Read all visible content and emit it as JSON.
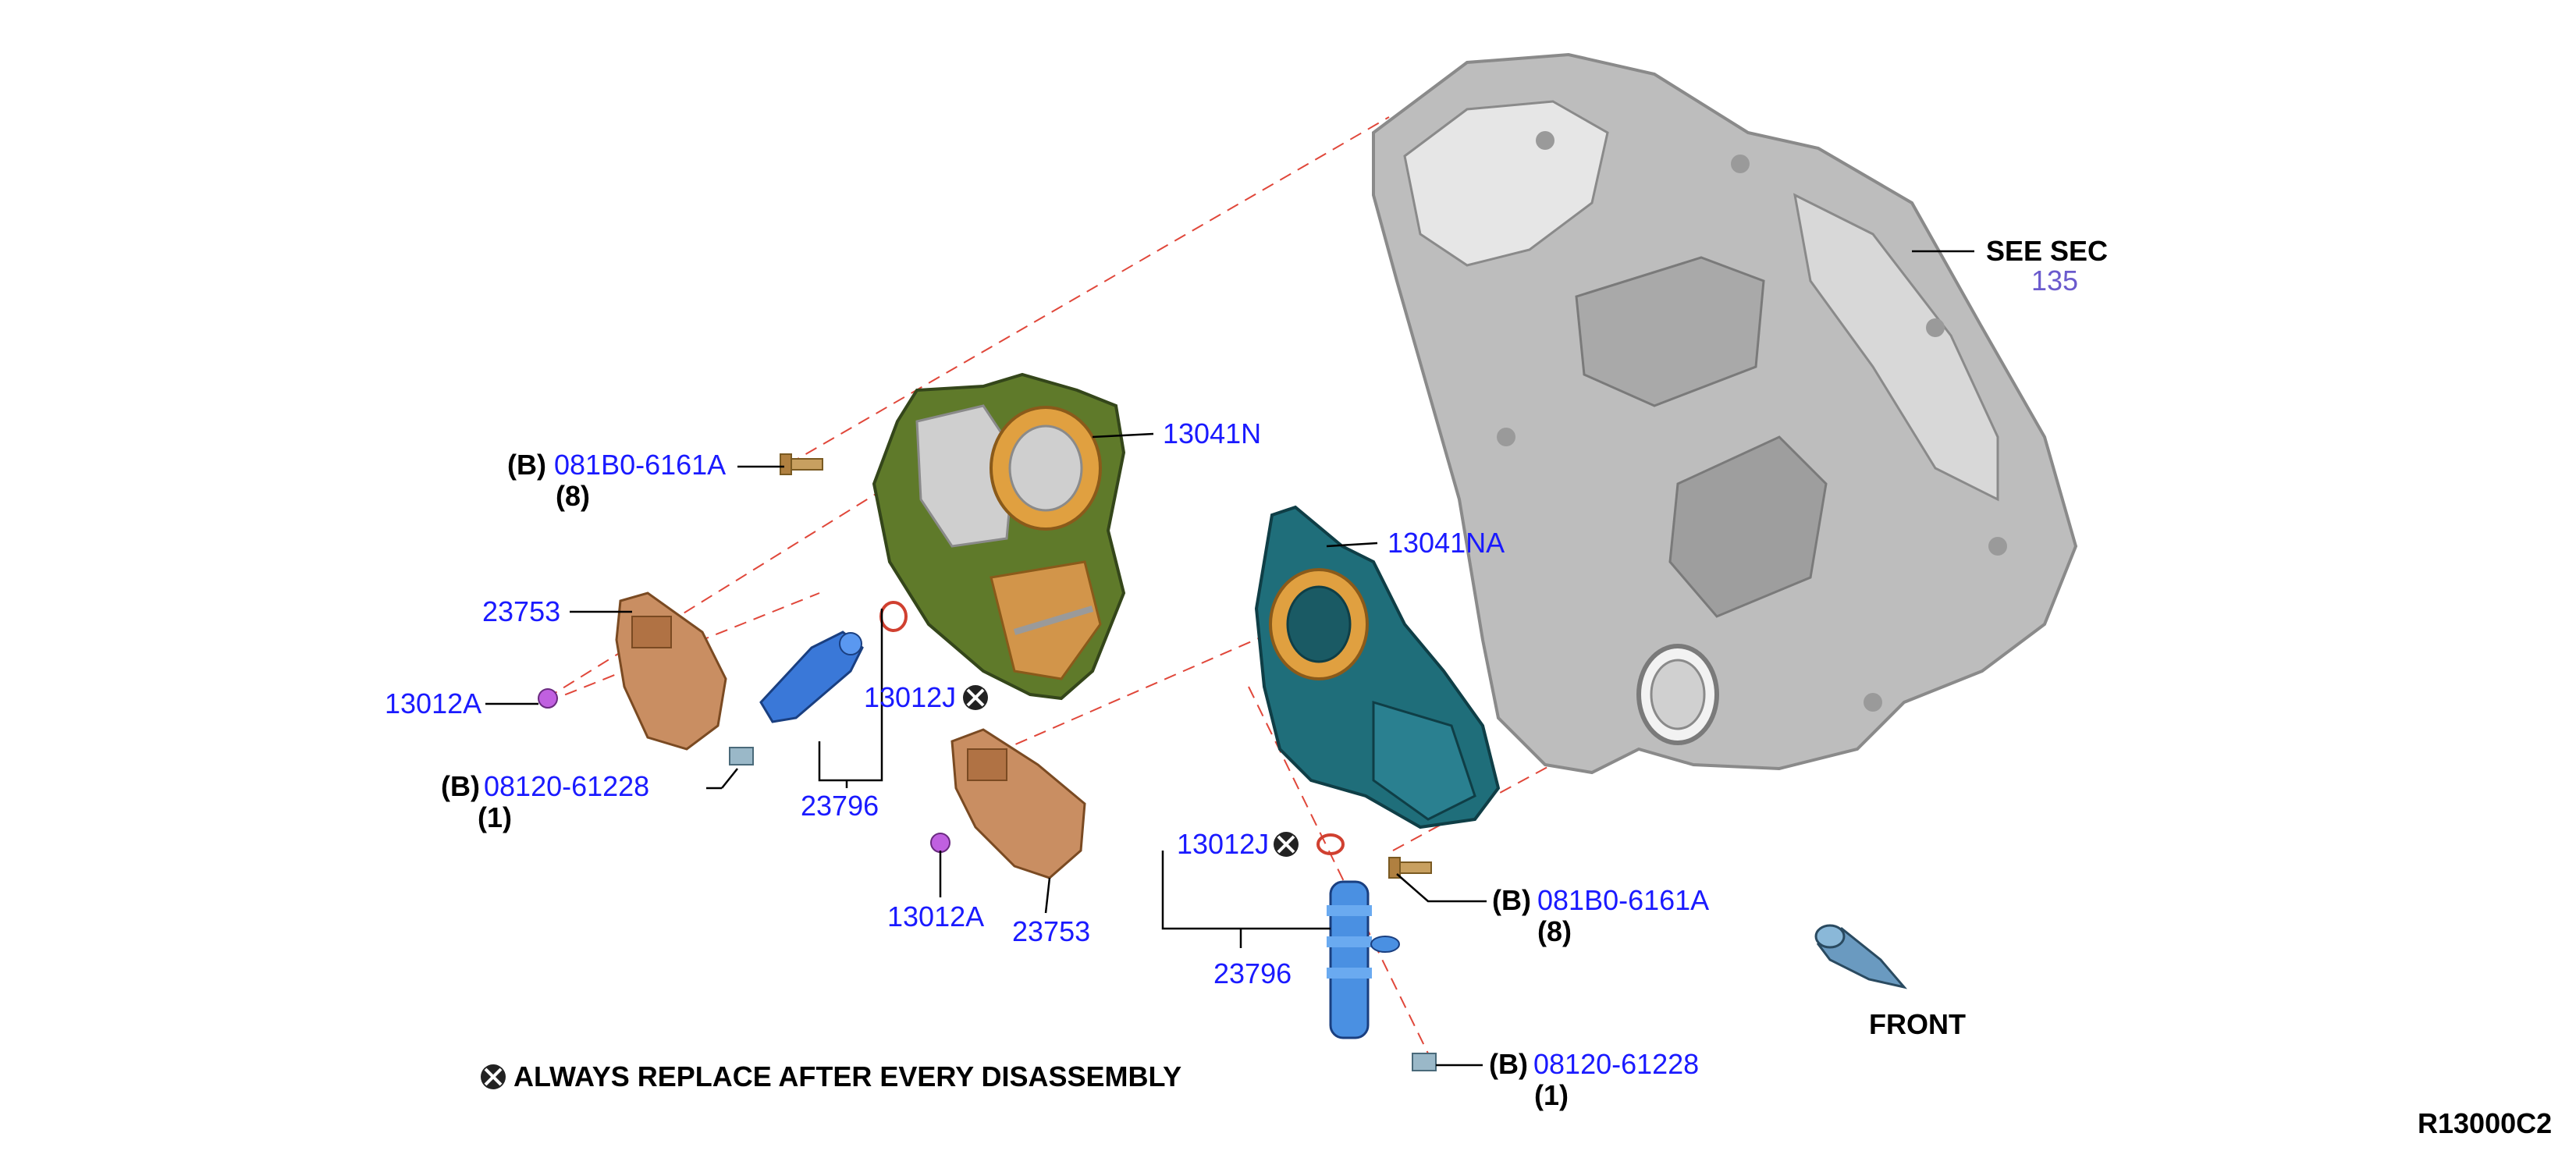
{
  "labels": {
    "see_sec": "SEE SEC",
    "see_sec_ref": "135",
    "cover_upper": "13041N",
    "cover_lower": "13041NA",
    "bolt_b_prefix": "(B)",
    "bolt_081": "081B0-6161A",
    "qty_8": "(8)",
    "bolt_0812": "08120-61228",
    "qty_1": "(1)",
    "sensor": "23753",
    "screw": "13012A",
    "oring": "13012J",
    "solenoid": "23796",
    "front": "FRONT",
    "note": "ALWAYS REPLACE AFTER EVERY DISASSEMBLY",
    "diagram_code": "R13000C2"
  },
  "colors": {
    "part_number": "#1a1aff",
    "reference": "#6a5acd",
    "leader": "#000000",
    "center_line": "#e0473a",
    "timing_case": "#bdbdbd",
    "cover_upper": "#5f7a2a",
    "cover_lower": "#1f6e7a",
    "sensor": "#c98e62",
    "solenoid": "#3a78d8",
    "gasket": "#e0a040",
    "screw": "#c060e0"
  }
}
